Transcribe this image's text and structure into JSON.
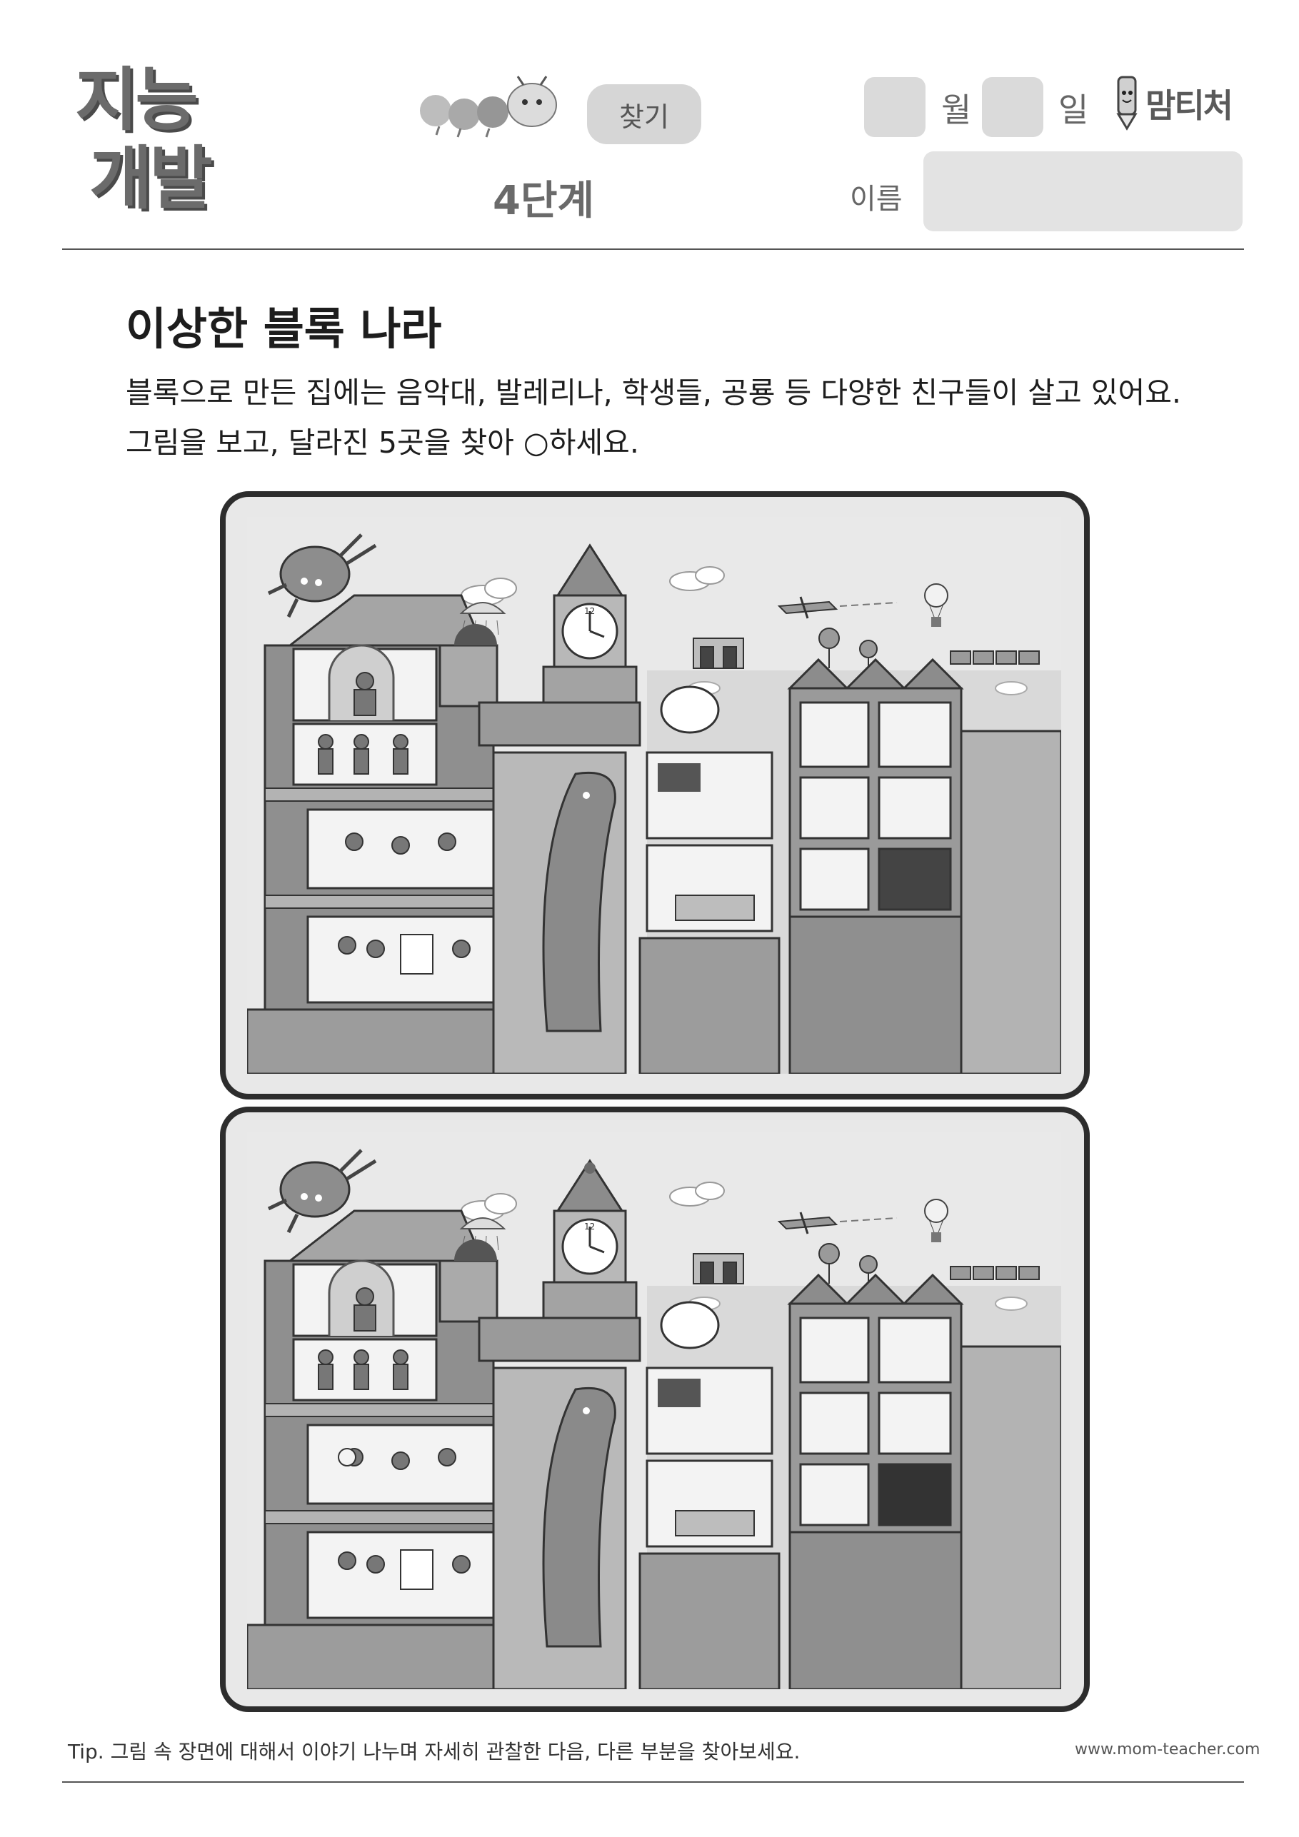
{
  "header": {
    "logo": {
      "line1": "지능",
      "line2": "개발"
    },
    "mode": "찾기",
    "level": "4단계",
    "date": {
      "month_label": "월",
      "day_label": "일"
    },
    "brand": "맘티처",
    "name_label": "이름"
  },
  "worksheet": {
    "title": "이상한 블록 나라",
    "instructions": "블록으로 만든 집에는 음악대, 발레리나, 학생들, 공룡 등 다양한 친구들이 살고 있어요. 그림을 보고, 달라진 5곳을 찾아 ○하세요."
  },
  "pictures": {
    "top": {
      "clock": "12"
    },
    "bottom": {
      "clock": "12"
    }
  },
  "footer": {
    "tip": "Tip. 그림 속 장면에 대해서 이야기 나누며 자세히 관찰한 다음, 다른 부분을 찾아보세요.",
    "site": "www.mom-teacher.com"
  },
  "colors": {
    "frame": "#2d2d2d",
    "sky": "#e8e8e8",
    "block_dark": "#8c8c8c",
    "block_mid": "#a9a9a9",
    "block_light": "#c6c6c6",
    "window": "#f4f4f4"
  }
}
